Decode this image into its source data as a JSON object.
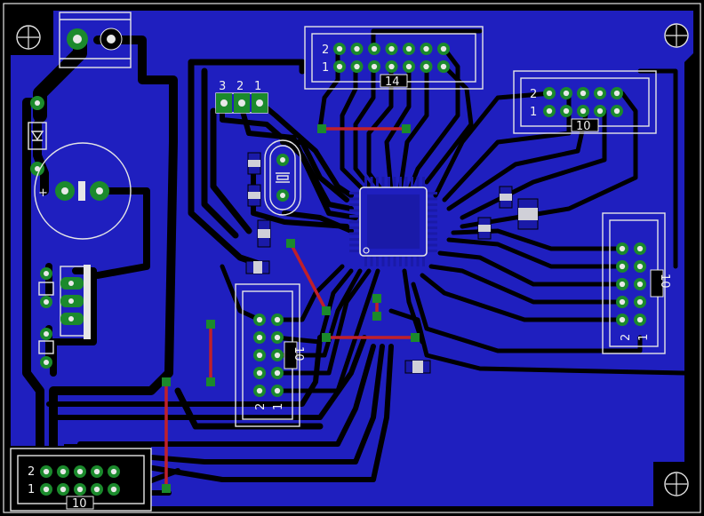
{
  "colors": {
    "background": "#000000",
    "copper_pour": "#1f1fbf",
    "trace_clearance": "#000000",
    "pad": "#1b8a2c",
    "jumper_wire": "#c0202a",
    "silkscreen": "#e6e6e6"
  },
  "labels": {
    "header_top": {
      "pin2": "2",
      "pin1": "1",
      "name": "14"
    },
    "header_right_top": {
      "pin2": "2",
      "pin1": "1",
      "name": "10"
    },
    "header_right_mid": {
      "pin2": "2",
      "pin1": "1",
      "name": "10"
    },
    "header_center": {
      "pin2": "2",
      "pin1": "1",
      "name": "10"
    },
    "header_bottom_left": {
      "pin2": "2",
      "pin1": "1",
      "name": "10"
    },
    "jumper3": {
      "p3": "3",
      "p2": "2",
      "p1": "1"
    },
    "cap_plus": "+"
  },
  "icons": {
    "mount_holes": "crosshair-circle-icon",
    "diode": "diode-icon",
    "crystal": "crystal-oscillator-icon"
  }
}
